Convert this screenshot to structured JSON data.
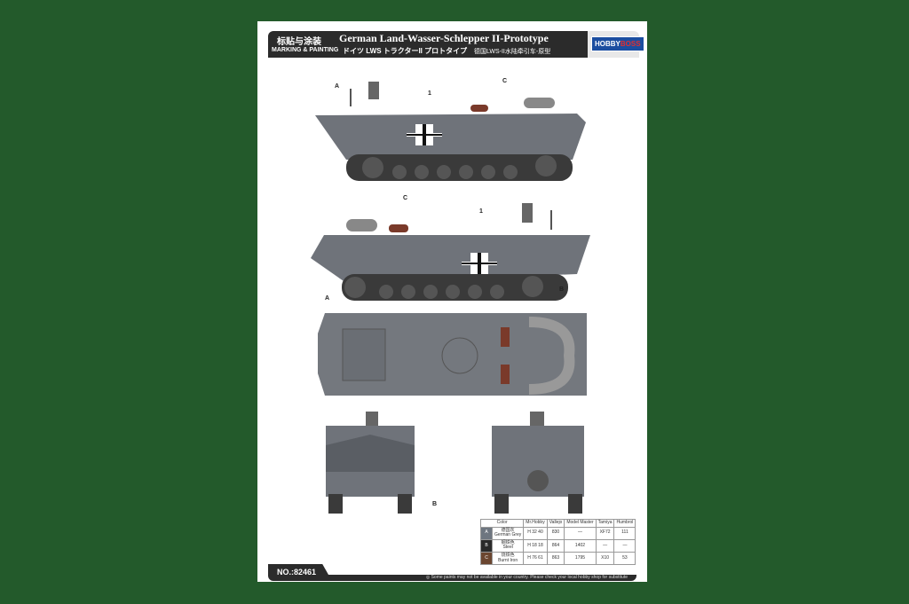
{
  "header": {
    "chinese_title": "标贴与涂装",
    "marking_painting": "MARKING & PAINTING",
    "title": "German Land-Wasser-Schlepper II-Prototype",
    "japanese_title": "ドイツ LWS トラクターII プロトタイプ",
    "chinese_subtitle": "德国LWS-II水陆牵引车-原型",
    "logo_a": "HOBBY",
    "logo_b": "BOSS"
  },
  "callouts": {
    "a": "A",
    "b": "B",
    "c": "C",
    "one": "1"
  },
  "table": {
    "headers": [
      "Color",
      "Mr.Hobby",
      "Vallejo",
      "Model Master",
      "Tamiya",
      "Humbrol"
    ],
    "rows": [
      {
        "key": "A",
        "swatch": "#6e7680",
        "name_zh": "德国灰",
        "name": "German Grey",
        "mrhobby": "H 32 40",
        "vallejo": "830",
        "mm": "—",
        "tamiya": "XF72",
        "humbrol": "111"
      },
      {
        "key": "B",
        "swatch": "#2a2a2a",
        "name_zh": "钢铁色",
        "name": "Steel",
        "mrhobby": "H 18 18",
        "vallejo": "864",
        "mm": "1402",
        "tamiya": "—",
        "humbrol": "—"
      },
      {
        "key": "C",
        "swatch": "#6b4630",
        "name_zh": "烧铁色",
        "name": "Burnt Iron",
        "mrhobby": "H 76 61",
        "vallejo": "863",
        "mm": "1795",
        "tamiya": "X10",
        "humbrol": "53"
      }
    ]
  },
  "footer": {
    "number": "NO.:82461",
    "note": "◎ Some paints may not be available in your country. Please check your local hobby shop for substitute"
  }
}
